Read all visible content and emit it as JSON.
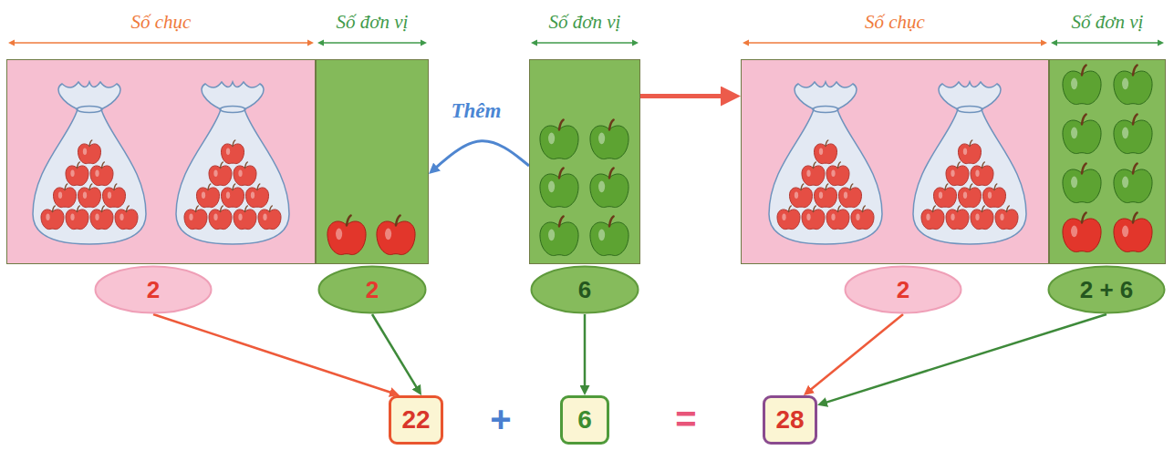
{
  "diagram": {
    "nodes": [
      {
        "text": [
          "Số chục"
        ]
      },
      {
        "text": [
          "Số đơn vị"
        ]
      },
      {
        "text": [
          "Số đơn vị"
        ]
      },
      {
        "text": [
          "Số chục"
        ]
      },
      {
        "text": [
          "Số đơn vị"
        ]
      },
      {
        "text": [
          "2"
        ]
      },
      {
        "text": [
          "2"
        ]
      },
      {
        "text": [
          "6"
        ]
      },
      {
        "text": [
          "2"
        ]
      },
      {
        "text": [
          "2 + 6"
        ]
      },
      {
        "text": [
          "22"
        ]
      },
      {
        "text": [
          "6"
        ]
      },
      {
        "text": [
          "28"
        ]
      }
    ],
    "edges": [
      {
        "from": 2,
        "to": 1,
        "arrow": "to",
        "label": "Thêm"
      },
      {
        "from": 2,
        "to": 3,
        "arrow": "to"
      },
      {
        "from": 5,
        "to": 10,
        "arrow": "to"
      },
      {
        "from": 6,
        "to": 10,
        "arrow": "to"
      },
      {
        "from": 7,
        "to": 11,
        "arrow": "to"
      },
      {
        "from": 8,
        "to": 12,
        "arrow": "to"
      },
      {
        "from": 9,
        "to": 12,
        "arrow": "to"
      }
    ],
    "labels": [
      "+",
      "="
    ]
  }
}
